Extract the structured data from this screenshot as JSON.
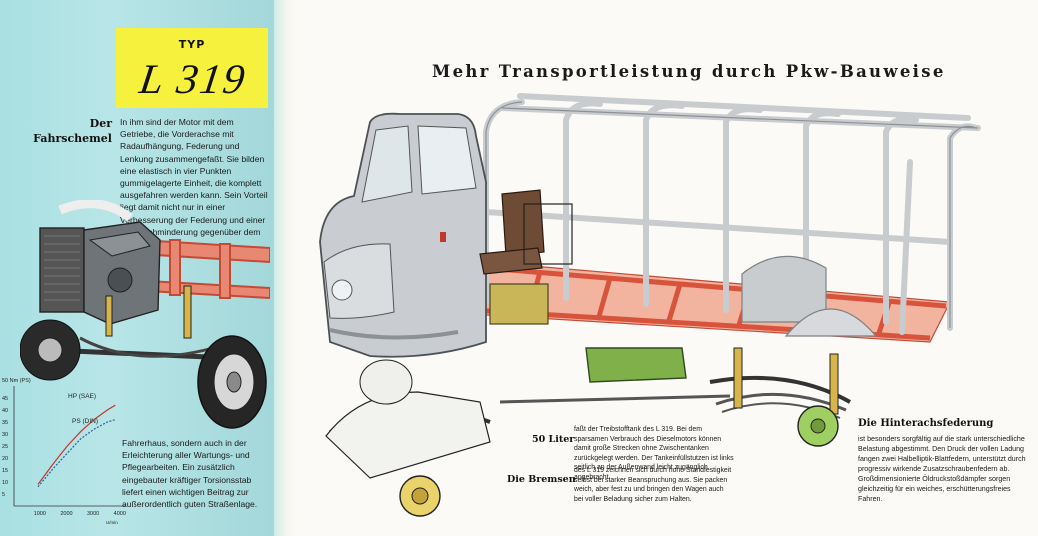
{
  "typ_box": {
    "label": "TYP",
    "model": "L 319"
  },
  "left_panel": {
    "heading_fahrschemel": [
      "Der",
      "Fahrschemel"
    ],
    "text_fahrschemel": "In ihm sind der Motor mit dem Getriebe, die Vorderachse mit Radaufhängung, Federung und Lenkung zusammengefaßt. Sie bilden eine elastisch in vier Punkten gummigelagerte Einheit, die komplett ausgefahren werden kann. Sein Vorteil liegt damit nicht nur in einer Verbesserung der Federung und einer Geräuschminderung gegenüber dem",
    "text_fahrerhaus": "Fahrerhaus, sondern auch in der Erleichterung aller Wartungs- und Pflegearbeiten. Ein zusätzlich eingebauter kräftiger Torsionsstab liefert einen wichtigen Beitrag zur außerordentlich guten Straßenlage."
  },
  "chart_data": {
    "type": "line",
    "ylabel": "50 Nm (PS)",
    "xlabel": "U/min",
    "y_ticks": [
      "45",
      "40",
      "35",
      "30",
      "25",
      "20",
      "15",
      "10",
      "5"
    ],
    "x_ticks": [
      "1000",
      "2000",
      "3000",
      "4000"
    ],
    "ylim": [
      0,
      50
    ],
    "xlim": [
      0,
      4200
    ],
    "series": [
      {
        "name": "HP (SAE)",
        "color": "#c0392b",
        "x": [
          900,
          1500,
          2000,
          2500,
          3000,
          3500,
          3800
        ],
        "y": [
          9,
          18,
          25,
          31,
          36,
          40,
          42
        ]
      },
      {
        "name": "PS (DIN)",
        "color": "#2f5f9e",
        "x": [
          900,
          1500,
          2000,
          2500,
          3000,
          3500,
          3800
        ],
        "y": [
          8,
          16,
          22,
          28,
          32,
          35,
          36
        ]
      }
    ]
  },
  "main": {
    "heading": "Mehr Transportleistung durch Pkw-Bauweise",
    "label_50liter": "50 Liter",
    "text_50liter": "faßt der Treibstofftank des L 319. Bei dem sparsamen Verbrauch des Dieselmotors können damit große Strecken ohne Zwischentanken zurückgelegt werden. Der Tankeinfüllstutzen ist links seitlich an der Außenwand leicht zugänglich angebracht.",
    "label_bremsen": "Die Bremsen",
    "text_bremsen": "des L 319 zeichnen sich durch hohe Standfestigkeit selbst bei starker Beanspruchung aus. Sie packen weich, aber fest zu und bringen den Wagen auch bei voller Beladung sicher zum Halten.",
    "label_hinterachse": "Die Hinterachsfederung",
    "text_hinterachse": "ist besonders sorgfältig auf die stark unterschiedliche Belastung abgestimmt. Den Druck der vollen Ladung fangen zwei Halbelliptik-Blattfedern, unterstützt durch progressiv wirkende Zusatzschraubenfedern ab. Großdimensionierte Öldruckstoßdämpfer sorgen gleichzeitig für ein weiches, erschütterungsfreies Fahren."
  },
  "colors": {
    "panel_cyan": "#a9e0e2",
    "typ_yellow": "#f5f13c",
    "frame_red": "#e0573e",
    "tank_green": "#7fb04a",
    "cab_grey": "#c9cdd1"
  }
}
